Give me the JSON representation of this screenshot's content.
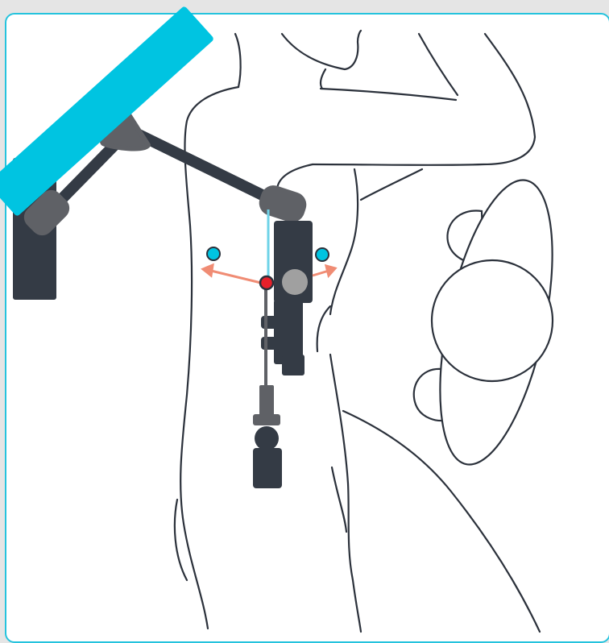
{
  "colors": {
    "page_background": "#e5e5e5",
    "panel_background": "#ffffff",
    "panel_border": "#25c3dd",
    "accent_cyan": "#00c4e1",
    "outline": "#2b313b",
    "device_dark": "#343b45",
    "device_mid": "#5f6166",
    "pivot_gray": "#a0a0a0",
    "arrow_salmon": "#f08c74",
    "target_red": "#e6202a",
    "line_cyan": "#6fd3e8"
  },
  "components": {
    "bed_rail": "cyan-bed-rail",
    "mount_post": "mount-post",
    "articulated_arm": "articulated-arm",
    "instrument_holder": "instrument-holder",
    "instrument_shaft": "instrument-shaft",
    "instrument_handle": "instrument-handle",
    "entry_point": "entry-point-marker",
    "landmark_markers": [
      "landmark-dot-left",
      "landmark-dot-right"
    ],
    "direction_arrows": [
      "arrow-left",
      "arrow-right"
    ]
  }
}
